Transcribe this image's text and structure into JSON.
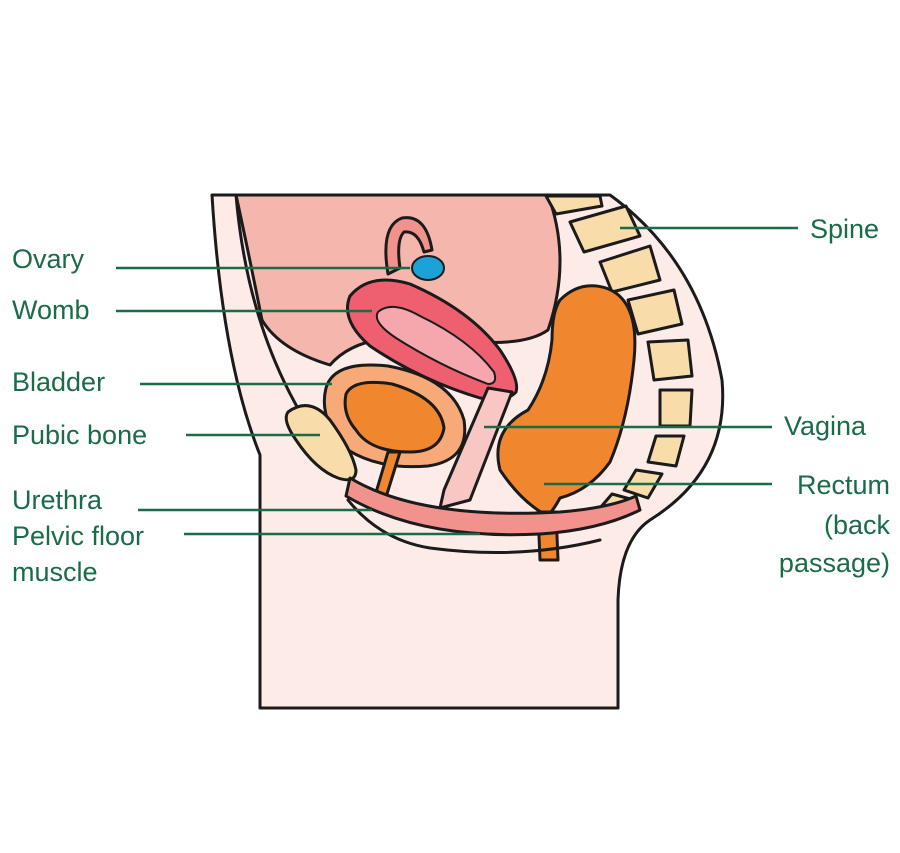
{
  "labels": {
    "ovary": "Ovary",
    "womb": "Womb",
    "bladder": "Bladder",
    "pubic_bone": "Pubic bone",
    "urethra": "Urethra",
    "pelvic_floor_line1": "Pelvic floor",
    "pelvic_floor_line2": "muscle",
    "spine": "Spine",
    "vagina": "Vagina",
    "rectum_line1": "Rectum",
    "rectum_line2": "(back",
    "rectum_line3": "passage)"
  },
  "colors": {
    "label_text": "#1a6b47",
    "skin": "#fdebe8",
    "abdomen": "#f4b6ad",
    "womb": "#ee5f6f",
    "bladder_wall": "#f7a978",
    "organ_orange": "#f0862d",
    "bone": "#f8dcaa",
    "ovary_blue": "#1ba3d8",
    "muscle": "#f1928c"
  }
}
